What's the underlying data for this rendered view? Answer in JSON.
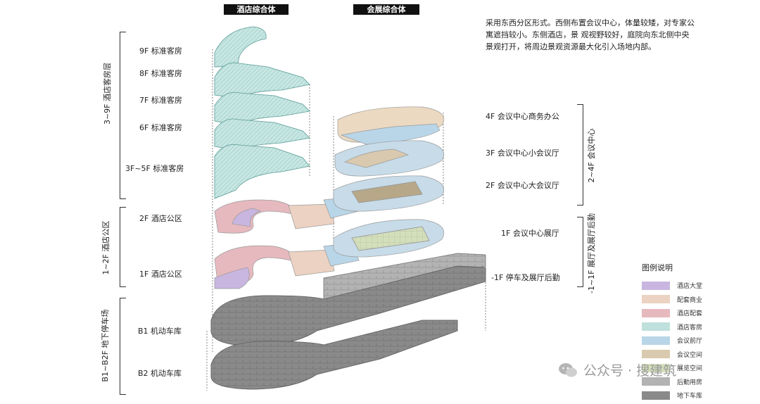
{
  "headers": {
    "hotel": "酒店综合体",
    "expo": "会展综合体"
  },
  "description": "采用东西分区形式。西侧布置会议中心，体量较矮，对专家公寓遮挡较小。东侧酒店，景 观视野较好，庭院向东北侧中央景观打开，将周边景观资源最大化引入场地内部。",
  "left_groups": [
    "3~9F 酒店客房层",
    "1~2F 酒店公区",
    "B1~B2F 地下停车场"
  ],
  "left_floors": [
    "9F 标准客房",
    "8F 标准客房",
    "7F 标准客房",
    "6F 标准客房",
    "3F~5F 标准客房",
    "2F 酒店公区",
    "1F 酒店公区",
    "B1 机动车库",
    "B2 机动车库"
  ],
  "right_floors": [
    "4F 会议中心商务办公",
    "3F 会议中心小会议厅",
    "2F 会议中心大会议厅",
    "1F 会议中心展厅",
    "-1F 停车及展厅后勤"
  ],
  "right_groups": [
    "2~4F 会议中心",
    "-1~1F 展厅及展厅后勤"
  ],
  "legend": {
    "title": "图例说明",
    "items": [
      {
        "label": "酒店大堂",
        "color": "#c9b6e0"
      },
      {
        "label": "配套商业",
        "color": "#ecd2c2"
      },
      {
        "label": "酒店配套",
        "color": "#e6b9bf"
      },
      {
        "label": "酒店客房",
        "color": "#bfe0dc"
      },
      {
        "label": "会议前厅",
        "color": "#b9d6e8"
      },
      {
        "label": "会议空间",
        "color": "#d9c9ae"
      },
      {
        "label": "展览空间",
        "color": "#d3deba"
      },
      {
        "label": "后勤用房",
        "color": "#b3b3b3"
      },
      {
        "label": "地下车库",
        "color": "#8a8a8a"
      }
    ]
  },
  "watermark": {
    "text": "公众号 · 搜建筑"
  }
}
